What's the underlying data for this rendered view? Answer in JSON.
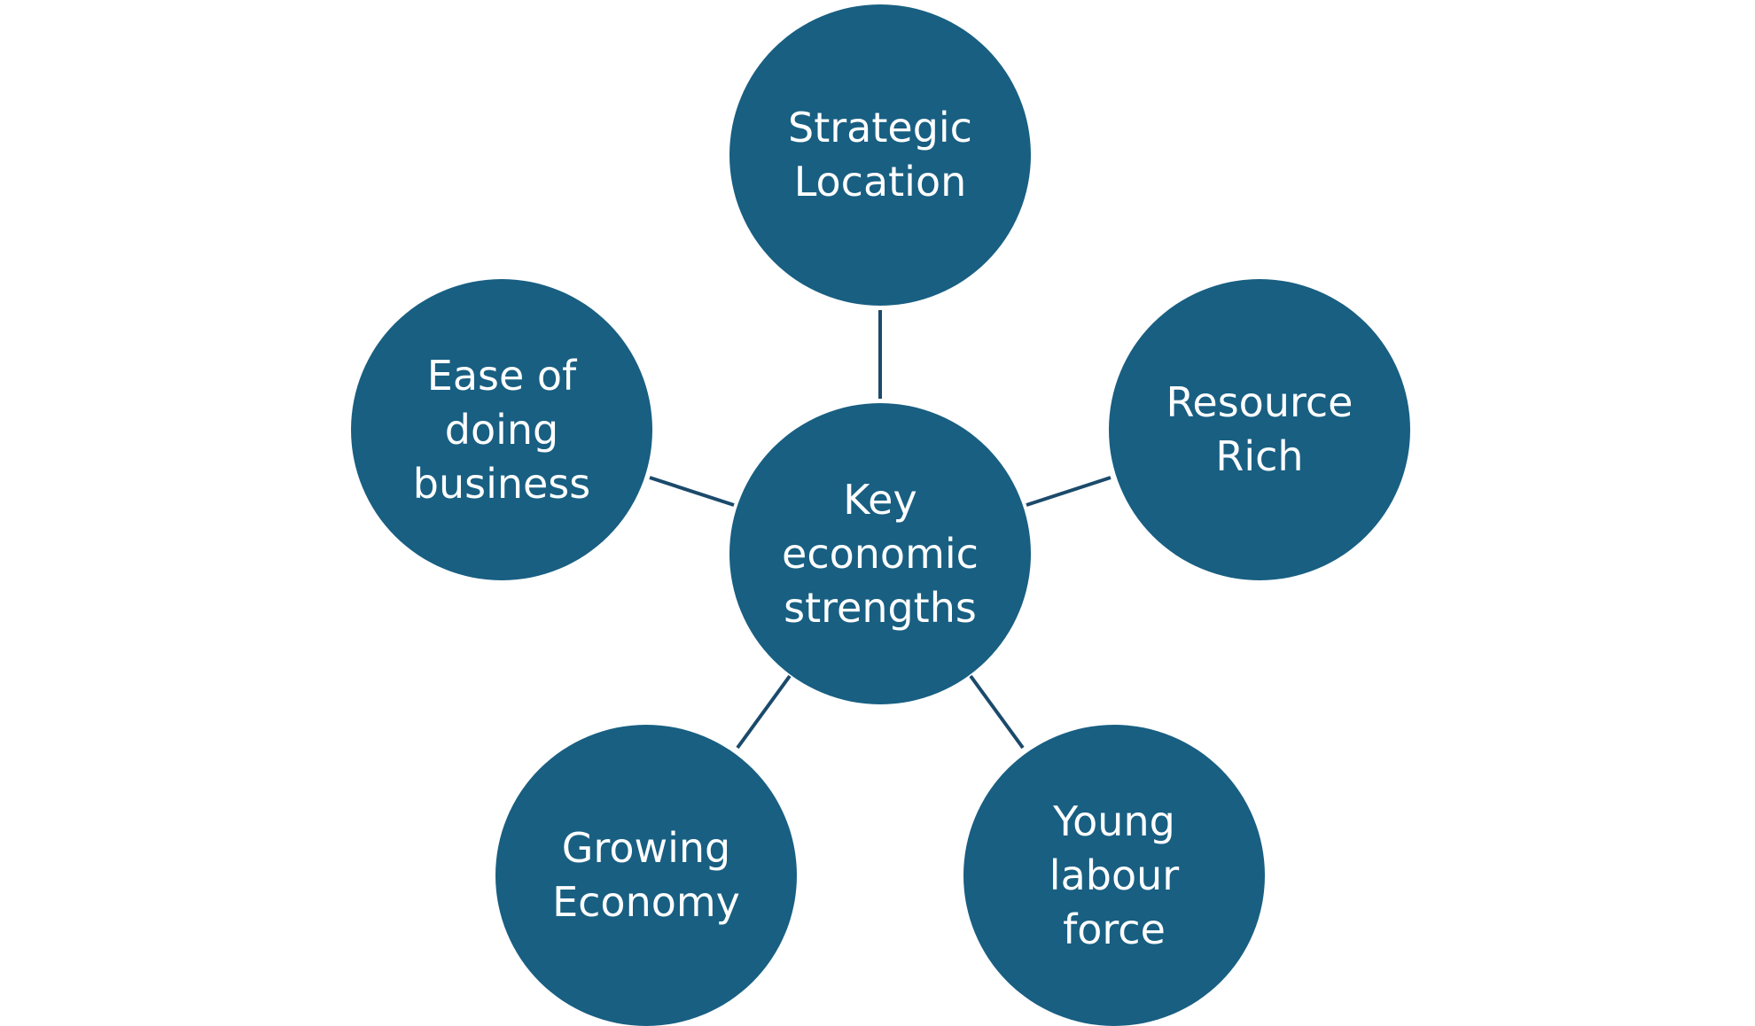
{
  "colors": {
    "node_fill": "#185f82",
    "connector": "#1b4a6b",
    "label_text": "#ffffff"
  },
  "center": {
    "lines": [
      "Key",
      "economic",
      "strengths"
    ]
  },
  "nodes": [
    {
      "id": "strategic-location",
      "lines": [
        "Strategic",
        "Location"
      ]
    },
    {
      "id": "resource-rich",
      "lines": [
        "Resource",
        "Rich"
      ]
    },
    {
      "id": "young-labour-force",
      "lines": [
        "Young",
        "labour",
        "force"
      ]
    },
    {
      "id": "growing-economy",
      "lines": [
        "Growing",
        "Economy"
      ]
    },
    {
      "id": "ease-of-doing-business",
      "lines": [
        "Ease of",
        "doing",
        "business"
      ]
    }
  ]
}
